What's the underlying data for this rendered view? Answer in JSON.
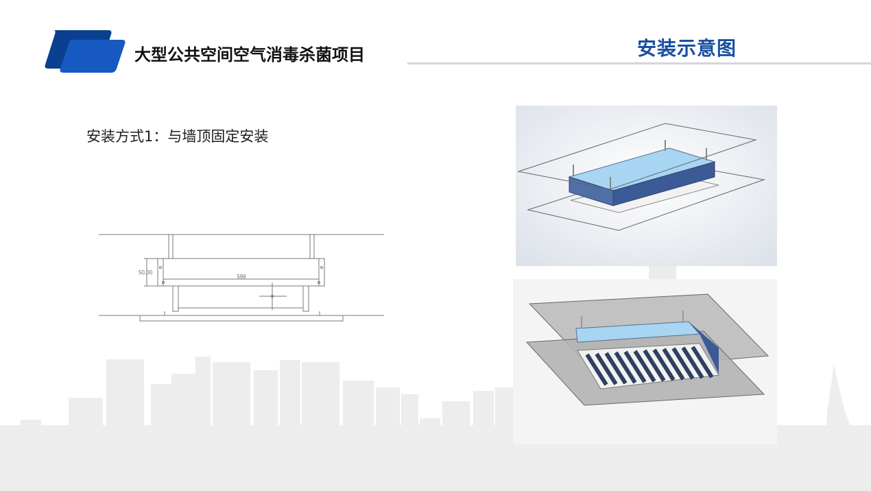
{
  "header": {
    "title": "大型公共空间空气消毒杀菌项目",
    "section_title": "安装示意图"
  },
  "content": {
    "method_label": "安装方式1：与墙顶固定安装"
  },
  "drawing": {
    "height_dimension": "50,00",
    "width_dimension": "596"
  },
  "colors": {
    "brand_blue": "#1a4fa0",
    "logo_blue": "#0b3f8f",
    "skyline_gray": "#ececec",
    "device_top_blue": "#a7d5f2",
    "device_side_blue": "#3b5a96"
  },
  "icons": {
    "logo": "parallelogram-logo-icon",
    "background": "city-skyline-illustration"
  }
}
